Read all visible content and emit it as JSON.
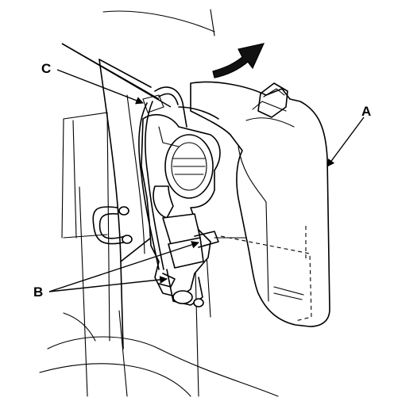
{
  "labels": {
    "a": "A",
    "b": "B",
    "c": "C"
  },
  "colors": {
    "line": "#000000",
    "background": "#ffffff"
  },
  "icons": {
    "removal_direction": "curved-arrow-icon"
  }
}
